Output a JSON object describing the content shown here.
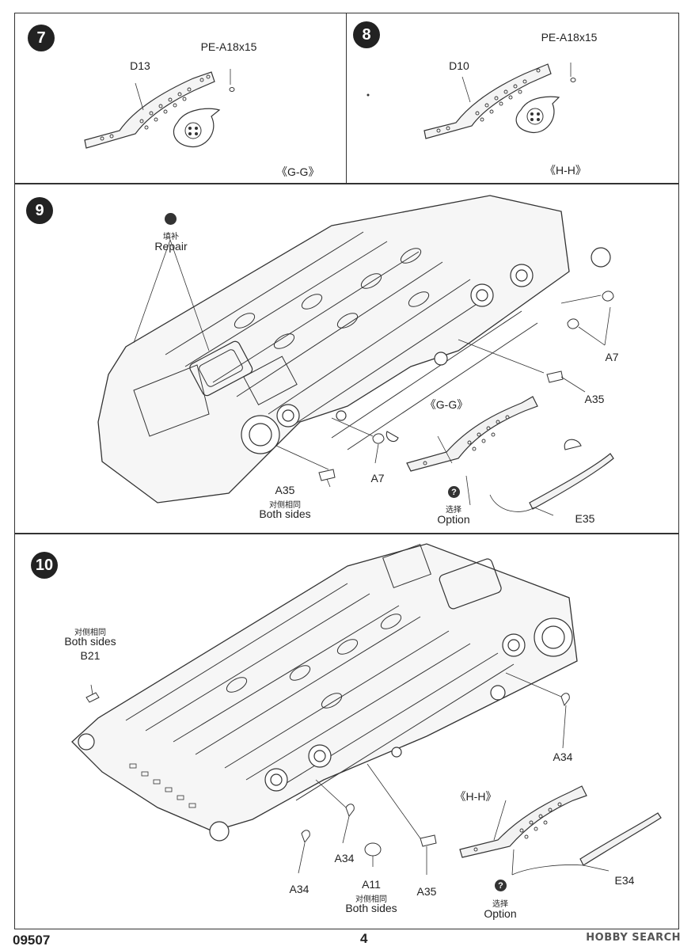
{
  "steps": {
    "s7": {
      "number": "7",
      "part_d13": "D13",
      "part_pe": "PE-A18x15",
      "section": "《G-G》"
    },
    "s8": {
      "number": "8",
      "part_d10": "D10",
      "part_pe": "PE-A18x15",
      "section": "《H-H》"
    },
    "s9": {
      "number": "9",
      "repair_cn": "填补",
      "repair_en": "Repair",
      "a7_right": "A7",
      "a35_right": "A35",
      "section": "《G-G》",
      "a7_lower": "A7",
      "a35_lower": "A35",
      "both_cn": "对侧相同",
      "both_en": "Both sides",
      "option_cn": "选择",
      "option_en": "Option",
      "e35": "E35"
    },
    "s10": {
      "number": "10",
      "both_cn": "对侧相同",
      "both_en": "Both sides",
      "b21": "B21",
      "a34_right": "A34",
      "section": "《H-H》",
      "a34_mid": "A34",
      "a34_left": "A34",
      "a11": "A11",
      "a11_both_cn": "对侧相同",
      "a11_both_en": "Both sides",
      "a35": "A35",
      "e34": "E34",
      "option_cn": "选择",
      "option_en": "Option"
    }
  },
  "footer": {
    "code": "09507",
    "page": "4",
    "watermark": "HOBBY SEARCH"
  }
}
